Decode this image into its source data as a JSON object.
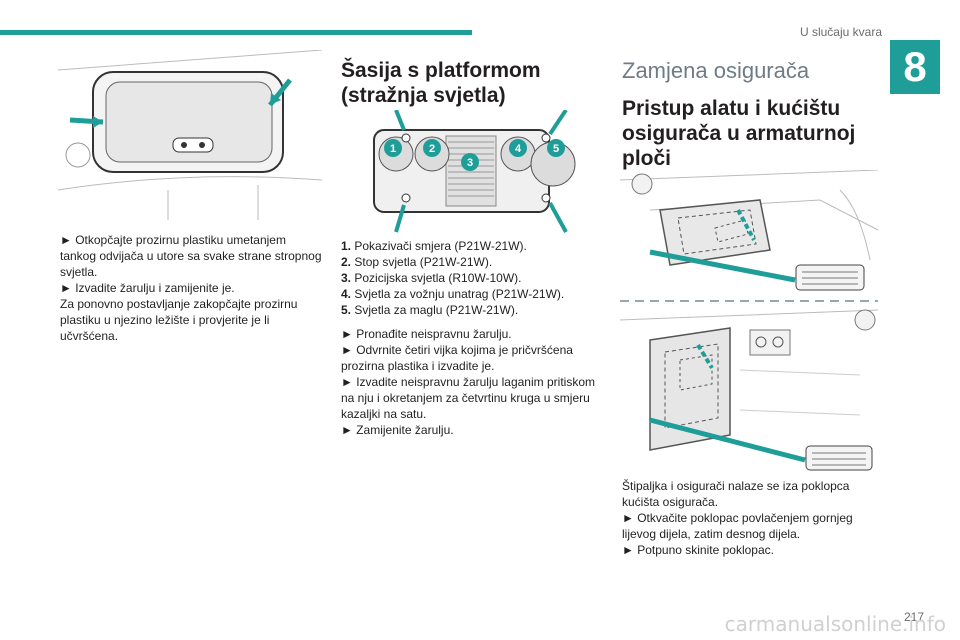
{
  "header": {
    "section": "U slučaju kvara",
    "chapter": "8"
  },
  "col1": {
    "steps": [
      "► Otkopčajte prozirnu plastiku umetanjem tankog odvijača u utore sa svake strane stropnog svjetla.",
      "► Izvadite žarulju i zamijenite je.",
      "Za ponovno postavljanje zakopčajte prozirnu plastiku u njezino ležište i provjerite je li učvršćena."
    ]
  },
  "col2": {
    "title_line1": "Šasija s platformom",
    "title_line2": "(stražnja svjetla)",
    "lamp_numbers": [
      "1",
      "2",
      "3",
      "4",
      "5"
    ],
    "list": [
      {
        "n": "1.",
        "t": "Pokazivači smjera (P21W-21W)."
      },
      {
        "n": "2.",
        "t": "Stop svjetla (P21W-21W)."
      },
      {
        "n": "3.",
        "t": "Pozicijska svjetla (R10W-10W)."
      },
      {
        "n": "4.",
        "t": "Svjetla za vožnju unatrag (P21W-21W)."
      },
      {
        "n": "5.",
        "t": "Svjetla za maglu (P21W-21W)."
      }
    ],
    "steps": [
      "► Pronađite neispravnu žarulju.",
      "► Odvrnite četiri vijka kojima je pričvršćena prozirna plastika i izvadite je.",
      "► Izvadite neispravnu žarulju laganim pritiskom na nju i okretanjem za četvrtinu kruga u smjeru kazaljki na satu.",
      "► Zamijenite žarulju."
    ]
  },
  "col3": {
    "title": "Zamjena osigurača",
    "subtitle_line1": "Pristup alatu i kućištu",
    "subtitle_line2": "osigurača u armaturnoj",
    "subtitle_line3": "ploči",
    "steps": [
      "Štipaljka i osigurači nalaze se iza poklopca kućišta osigurača.",
      "► Otkvačite poklopac povlačenjem gornjeg lijevog dijela, zatim desnog dijela.",
      "► Potpuno skinite poklopac."
    ]
  },
  "footer": {
    "page": "217",
    "watermark": "carmanualsonline.info"
  },
  "colors": {
    "accent": "#1f9e99",
    "title_grey": "#6f7b86"
  }
}
